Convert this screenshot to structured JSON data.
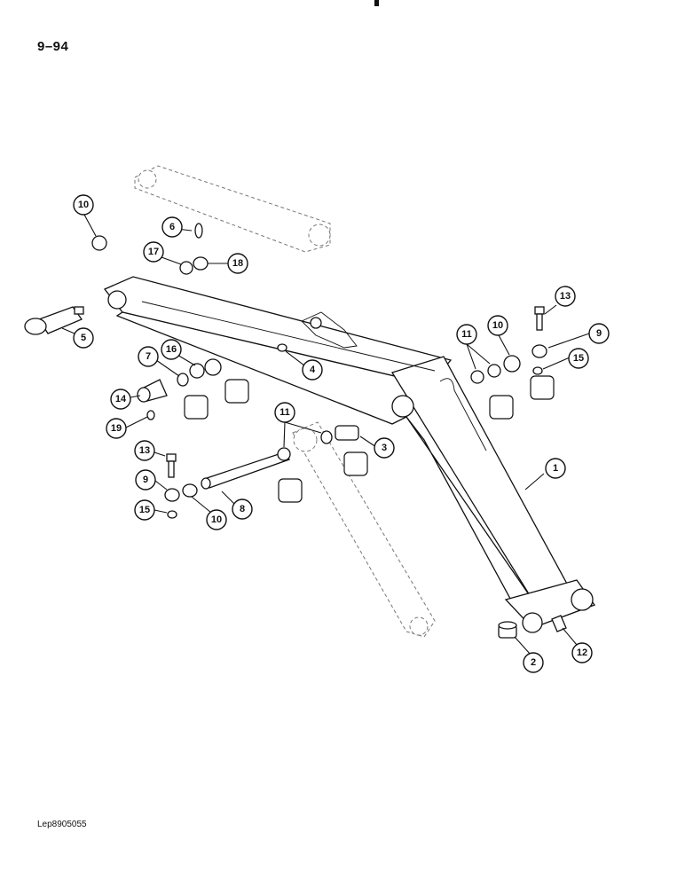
{
  "page": {
    "number": "9–94",
    "reference_code": "Lep8905055"
  },
  "callouts": [
    {
      "id": "c1",
      "label": "1"
    },
    {
      "id": "c2",
      "label": "2"
    },
    {
      "id": "c3",
      "label": "3"
    },
    {
      "id": "c4",
      "label": "4"
    },
    {
      "id": "c5",
      "label": "5"
    },
    {
      "id": "c6",
      "label": "6"
    },
    {
      "id": "c7",
      "label": "7"
    },
    {
      "id": "c8",
      "label": "8"
    },
    {
      "id": "c9a",
      "label": "9"
    },
    {
      "id": "c9b",
      "label": "9"
    },
    {
      "id": "c10a",
      "label": "10"
    },
    {
      "id": "c10b",
      "label": "10"
    },
    {
      "id": "c10c",
      "label": "10"
    },
    {
      "id": "c11a",
      "label": "11"
    },
    {
      "id": "c11b",
      "label": "11"
    },
    {
      "id": "c12",
      "label": "12"
    },
    {
      "id": "c13a",
      "label": "13"
    },
    {
      "id": "c13b",
      "label": "13"
    },
    {
      "id": "c14",
      "label": "14"
    },
    {
      "id": "c15a",
      "label": "15"
    },
    {
      "id": "c15b",
      "label": "15"
    },
    {
      "id": "c16",
      "label": "16"
    },
    {
      "id": "c17",
      "label": "17"
    },
    {
      "id": "c18",
      "label": "18"
    },
    {
      "id": "c19",
      "label": "19"
    }
  ]
}
